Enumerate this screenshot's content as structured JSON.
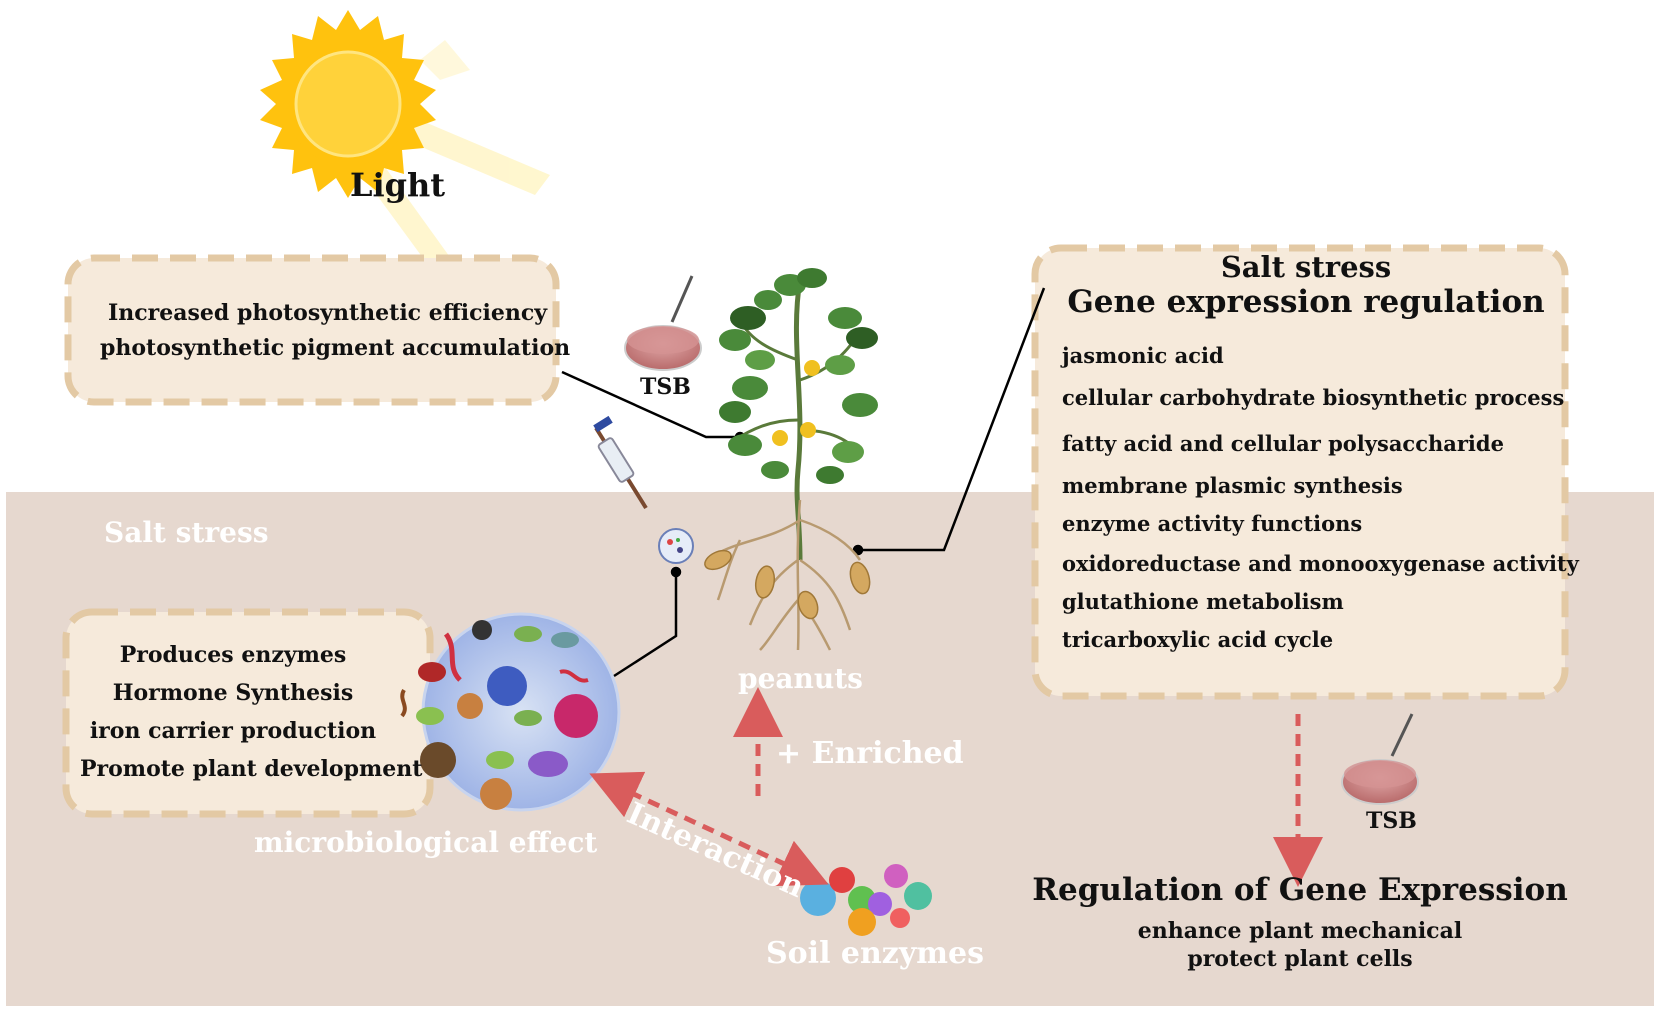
{
  "light": {
    "label": "Light"
  },
  "photo_box": {
    "lines": [
      "Increased photosynthetic efficiency",
      "photosynthetic pigment accumulation"
    ]
  },
  "tsb_top": {
    "label": "TSB"
  },
  "salt_stress_label": "Salt stress",
  "microbe_box": {
    "lines": [
      "Produces enzymes",
      "Hormone Synthesis",
      "iron carrier production",
      "Promote plant development"
    ]
  },
  "microbe_effect_label": "microbiological effect",
  "peanuts_label": "peanuts",
  "enriched_label": "+ Enriched",
  "interaction_label": "Interaction",
  "soil_enzymes_label": "Soil enzymes",
  "gene_box": {
    "title_line1": "Salt stress",
    "title_line2": "Gene expression regulation",
    "items": [
      "jasmonic acid",
      "cellular carbohydrate biosynthetic process",
      "fatty acid and cellular polysaccharide",
      "membrane plasmic synthesis",
      "enzyme activity functions",
      "oxidoreductase and monooxygenase activity",
      "glutathione metabolism",
      "tricarboxylic acid cycle"
    ]
  },
  "tsb_bottom": {
    "label": "TSB"
  },
  "regulation": {
    "title": "Regulation of Gene Expression",
    "lines": [
      "enhance plant mechanical",
      "protect plant cells"
    ]
  },
  "colors": {
    "soil": "#e6d8cf",
    "box_fill": "#f6eadb",
    "box_border": "#e3c9a4",
    "sun": "#ffc20e",
    "arrow": "#e07070",
    "leaf": "#4a8a3a",
    "root": "#b89a70"
  }
}
